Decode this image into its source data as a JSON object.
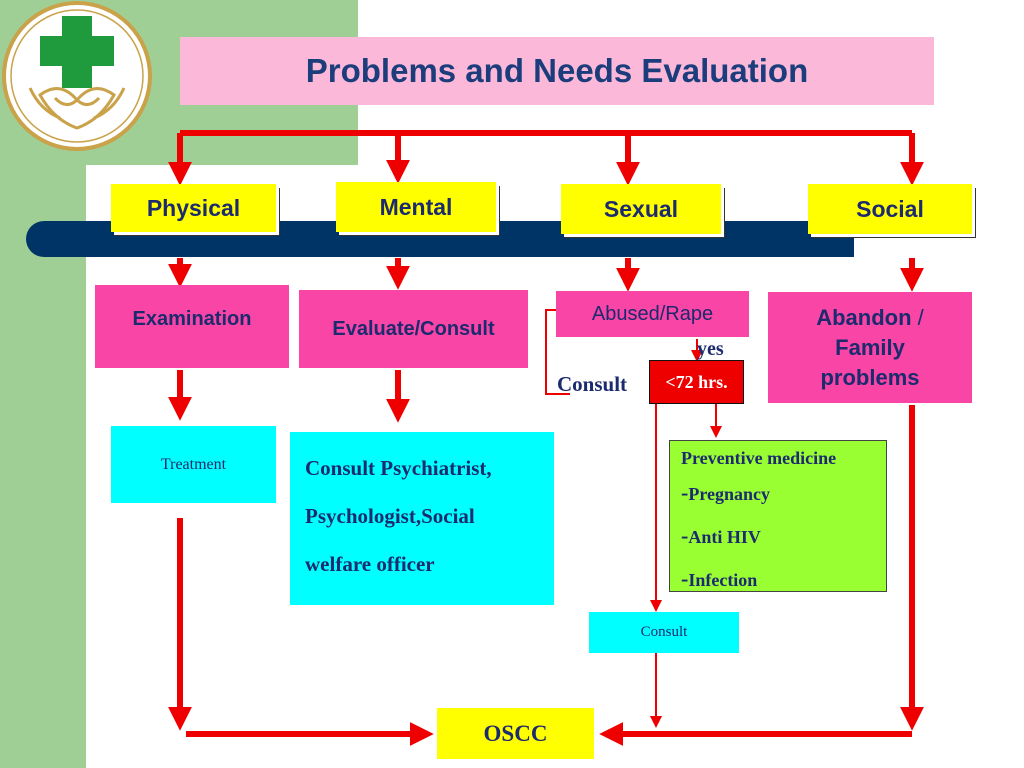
{
  "title": "Problems and Needs Evaluation",
  "logo": {
    "icon": "green-cross-lotus-logo"
  },
  "categories": {
    "physical": "Physical",
    "mental": "Mental",
    "sexual": "Sexual",
    "social": "Social"
  },
  "assessments": {
    "examination": "Examination",
    "evaluate": "Evaluate/Consult",
    "abused": "Abused/Rape",
    "abandon_1": "Abandon",
    "abandon_sep": " /",
    "abandon_2": "Family",
    "abandon_3": "problems"
  },
  "sexual_branch": {
    "yes": "yes",
    "time": "<72 hrs.",
    "consult_side": "Consult",
    "preventive_title": "Preventive medicine",
    "preventive_items": [
      "Pregnancy",
      "Anti HIV",
      "Infection"
    ],
    "consult_box": "Consult"
  },
  "actions": {
    "treatment": "Treatment",
    "psych_line1": "Consult Psychiatrist,",
    "psych_line2": "Psychologist,Social",
    "psych_line3": "welfare officer"
  },
  "oscc": "OSCC",
  "colors": {
    "arrow": "#ee0000",
    "navy_bar": "#003366",
    "yellow": "#ffff00",
    "pink": "#f845a6",
    "cyan": "#00ffff",
    "green": "#99ff33",
    "title_bg": "#fbb8d9",
    "title_text": "#1c3d7c"
  }
}
